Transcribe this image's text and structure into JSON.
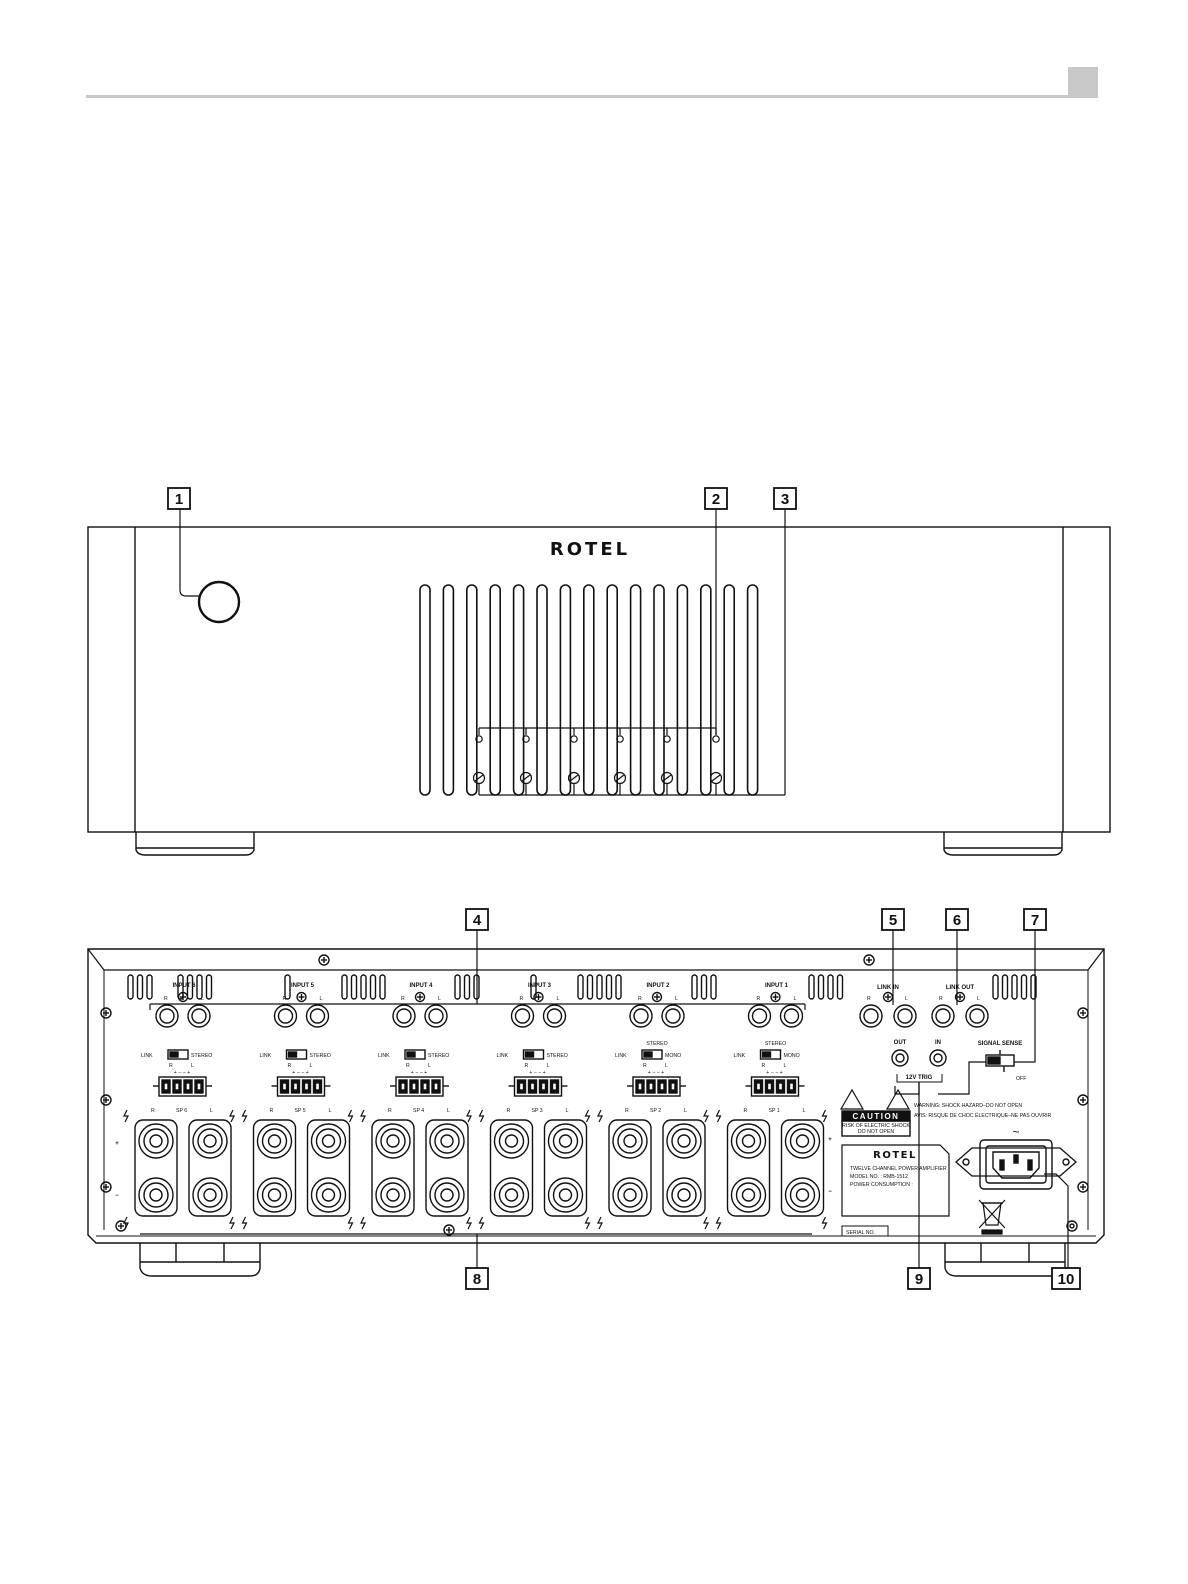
{
  "front": {
    "logo": "ROTEL",
    "callouts": [
      "1",
      "2",
      "3"
    ]
  },
  "rear": {
    "inputs": [
      "INPUT 6",
      "INPUT 5",
      "INPUT 4",
      "INPUT 3",
      "INPUT 2",
      "INPUT 1"
    ],
    "channel_r": "R",
    "channel_l": "L",
    "link_in": "LINK IN",
    "link_out": "LINK OUT",
    "link_switch": "LINK",
    "stereo": "STEREO",
    "mono": "MONO",
    "terminal_signs": "+ − − +",
    "speakers": [
      "SP 6",
      "SP 5",
      "SP 4",
      "SP 3",
      "SP 2",
      "SP 1"
    ],
    "plus": "+",
    "minus": "−",
    "trigger_out": "OUT",
    "trigger_in": "IN",
    "trigger_label": "12V TRIG",
    "signal_sense": "SIGNAL SENSE",
    "off": "OFF",
    "caution_title": "CAUTION",
    "caution_line1": "RISK OF ELECTRIC SHOCK",
    "caution_line2": "DO NOT OPEN",
    "warning_en": "WARNING: SHOCK HAZARD–DO NOT OPEN",
    "warning_fr": "AVIS: RISQUE DE CHOC ÉLECTRIQUE–NE PAS OUVRIR",
    "rating_logo": "ROTEL",
    "rating_line1": "TWELVE CHANNEL POWER AMPLIFIER",
    "rating_line2": "MODEL NO. : RMB-1512",
    "rating_line3": "POWER CONSUMPTION :",
    "serial": "SERIAL NO.",
    "ac_symbol": "~",
    "callouts": [
      "4",
      "5",
      "6",
      "7",
      "8",
      "9",
      "10"
    ]
  }
}
